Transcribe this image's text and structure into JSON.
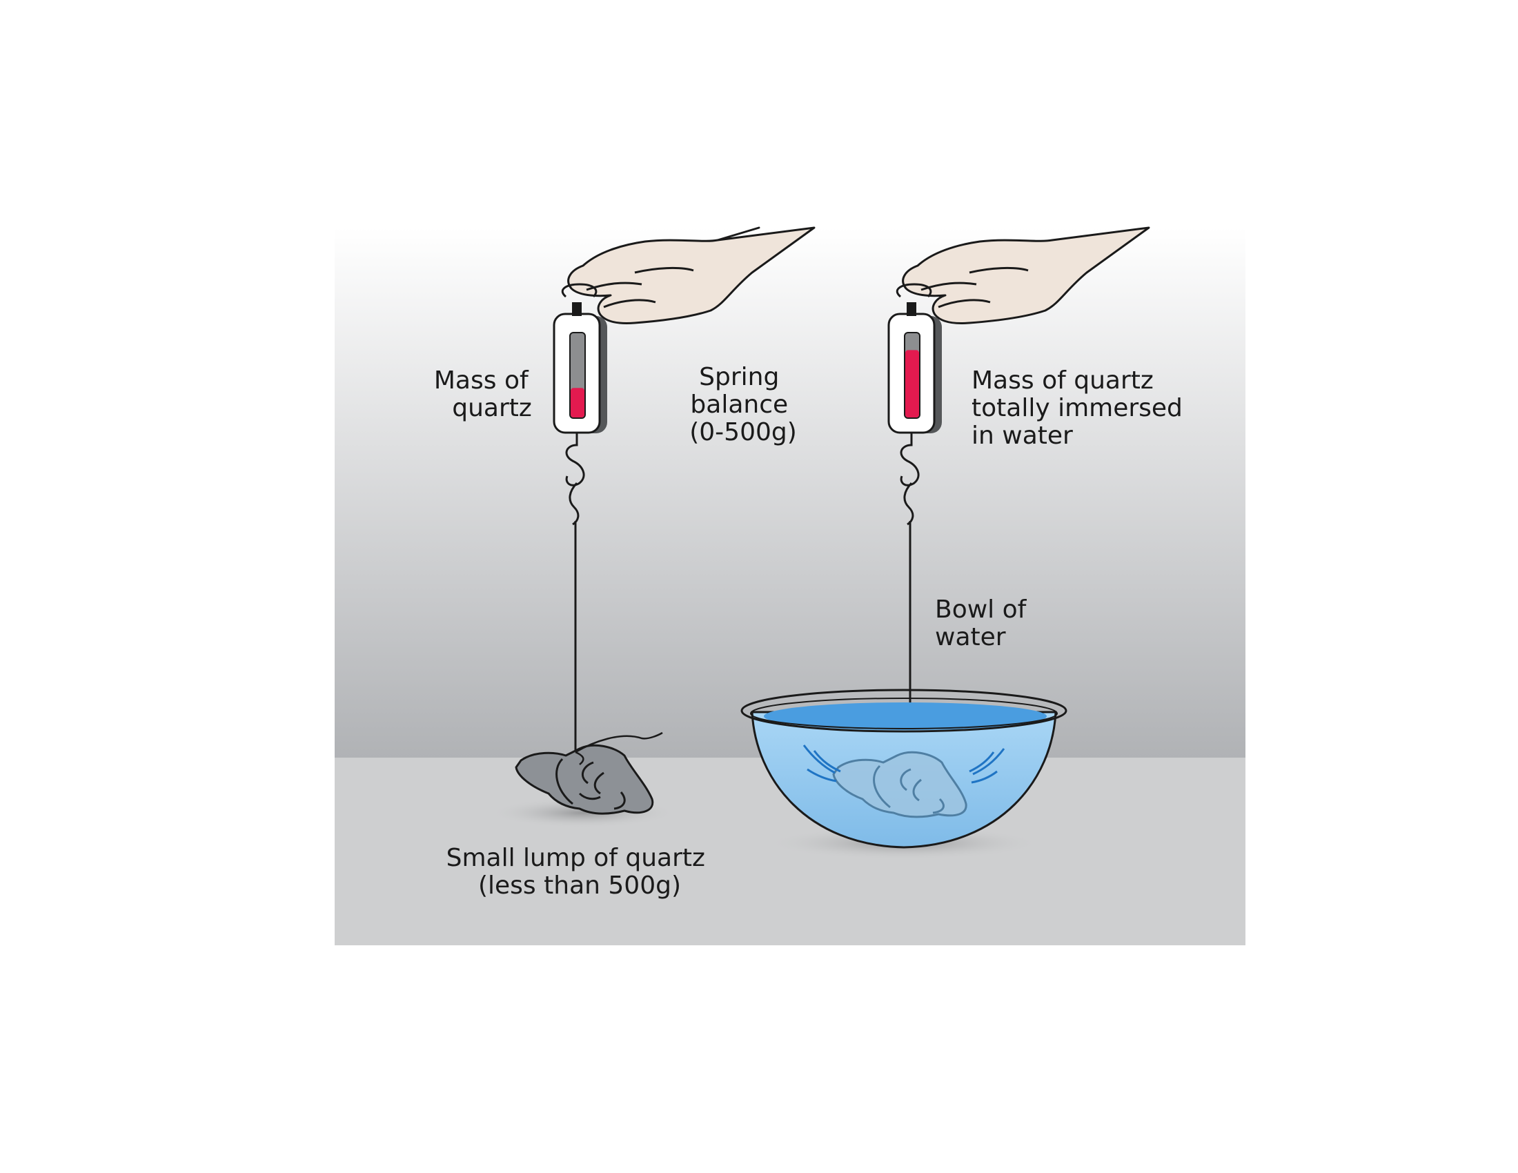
{
  "labels": {
    "mass_of_quartz": [
      "Mass of",
      "quartz"
    ],
    "spring_balance": [
      "Spring",
      "balance",
      "(0-500g)"
    ],
    "mass_immersed": [
      "Mass of quartz",
      "totally immersed",
      "in water"
    ],
    "bowl_of_water": [
      "Bowl of",
      "water"
    ],
    "small_lump": [
      "Small lump of quartz",
      "(less than 500g)"
    ]
  },
  "readings": {
    "left_balance_fill_fraction": 0.35,
    "right_balance_fill_fraction": 0.8
  },
  "colors": {
    "wall_top": "#ffffff",
    "wall_bottom": "#b0b2b5",
    "floor": "#cecfd0",
    "hand": "#efe4da",
    "indicator_red": "#e31a4f",
    "water": "#4a9de0",
    "quartz": "#8d9196"
  }
}
